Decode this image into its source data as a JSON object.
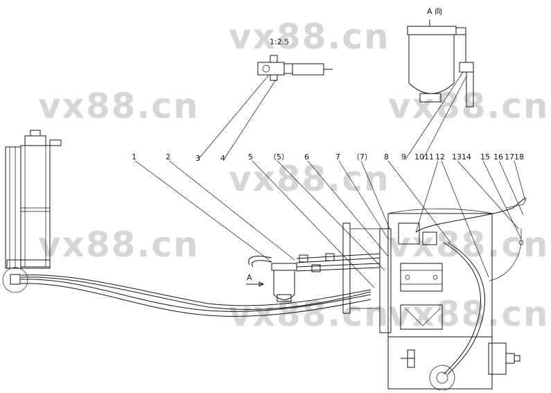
{
  "drawing": {
    "view_label": "A 向",
    "scale_label": "1:2.5",
    "direction_label": "A",
    "watermark": "vx88.cn",
    "part_numbers": [
      "1",
      "2",
      "3",
      "4",
      "5",
      "（5）",
      "6",
      "7",
      "（7）",
      "8",
      "9",
      "10",
      "11",
      "12",
      "13",
      "14",
      "15",
      "16",
      "17",
      "18"
    ]
  }
}
